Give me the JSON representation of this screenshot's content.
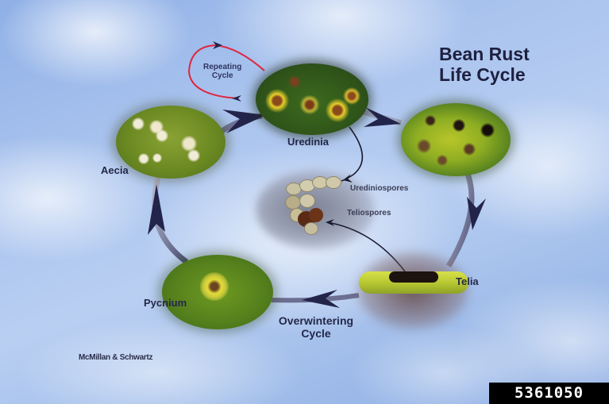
{
  "title": {
    "line1": "Bean Rust",
    "line2": "Life Cycle"
  },
  "stages": {
    "uredinia": "Uredinia",
    "telia": "Telia",
    "aecia": "Aecia",
    "pycnium": "Pycnium"
  },
  "spores": {
    "urediniospores": "Urediniospores",
    "teliospores": "Teliospores"
  },
  "cycles": {
    "repeating_line1": "Repeating",
    "repeating_line2": "Cycle",
    "overwintering_line1": "Overwintering",
    "overwintering_line2": "Cycle"
  },
  "credit": "McMillan & Schwartz",
  "image_number": "5361050",
  "colors": {
    "sky": "#a9c3ee",
    "text": "#24284a",
    "arrow": "#3c3f66",
    "repeating_arrow": "#e0263f",
    "leaf_green": "#5c8a1c",
    "lesion_yellow": "#e8d22a",
    "id_box": "#000000"
  }
}
